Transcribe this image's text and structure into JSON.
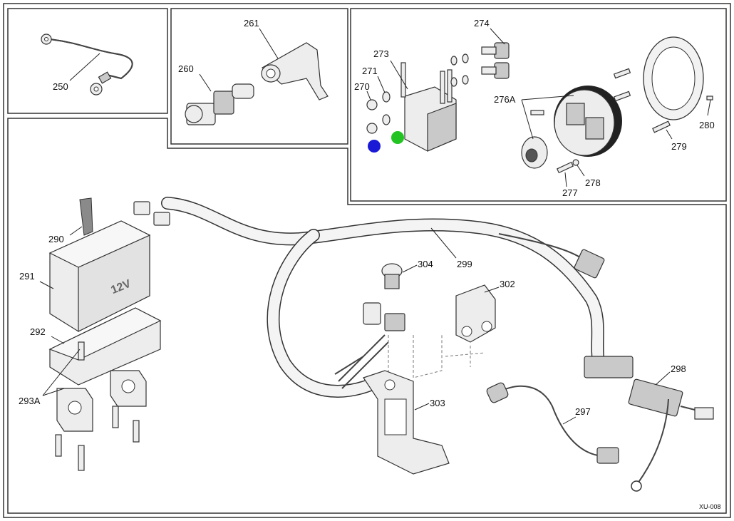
{
  "diagram": {
    "reference": "XU-008",
    "battery_marking": "12V",
    "callouts": {
      "c250": "250",
      "c260": "260",
      "c261": "261",
      "c270": "270",
      "c271": "271",
      "c273": "273",
      "c274": "274",
      "c276a": "276A",
      "c277": "277",
      "c278": "278",
      "c279": "279",
      "c280": "280",
      "c290": "290",
      "c291": "291",
      "c292": "292",
      "c293a": "293A",
      "c297": "297",
      "c298": "298",
      "c299": "299",
      "c302": "302",
      "c303": "303",
      "c304": "304"
    },
    "markers": [
      {
        "name": "blue-dot",
        "color": "#1a1ad6"
      },
      {
        "name": "green-dot",
        "color": "#22c322"
      }
    ]
  }
}
